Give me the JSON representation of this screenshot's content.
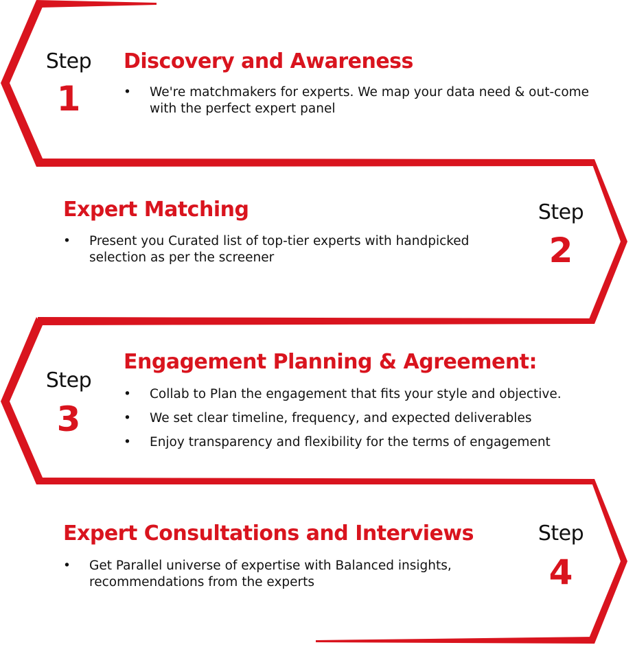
{
  "accent_color": "#d9141e",
  "steps": [
    {
      "label": "Step",
      "number": "1",
      "title": "Discovery and Awareness",
      "bullets": [
        "We're matchmakers for experts. We map your data need & out-come with the perfect expert panel"
      ]
    },
    {
      "label": "Step",
      "number": "2",
      "title": "Expert Matching",
      "bullets": [
        "Present you Curated list of top-tier experts with handpicked selection as per the screener"
      ]
    },
    {
      "label": "Step",
      "number": "3",
      "title": "Engagement Planning & Agreement:",
      "bullets": [
        "Collab to Plan the engagement that fits your style and objective.",
        "We set clear timeline, frequency, and expected deliverables",
        "Enjoy transparency and flexibility for the terms of engagement"
      ]
    },
    {
      "label": "Step",
      "number": "4",
      "title": "Expert Consultations and Interviews",
      "bullets": [
        "Get Parallel universe of expertise with Balanced insights, recommendations from the experts"
      ]
    }
  ]
}
